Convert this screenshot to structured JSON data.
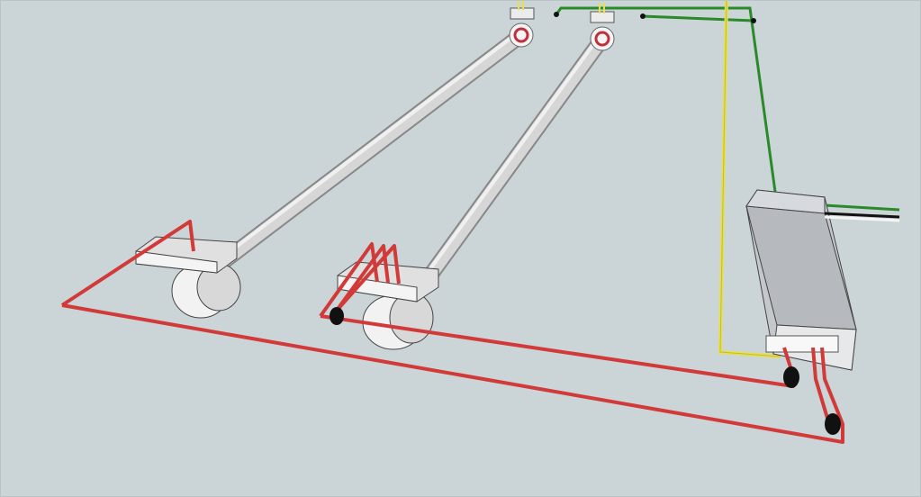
{
  "colors": {
    "background": "#cbd5d7",
    "tube": "#c9c9c9",
    "hot_wire": "#d23a3a",
    "neutral_wire": "#e8e04a",
    "ground_wire": "#2a8a2a",
    "ballast": "#c4c7cc",
    "wire_nut": "#111111"
  },
  "components": [
    "fluorescent-tube",
    "fluorescent-tube",
    "ballast",
    "lamp-holder",
    "lamp-holder",
    "lamp-holder",
    "lamp-holder"
  ]
}
